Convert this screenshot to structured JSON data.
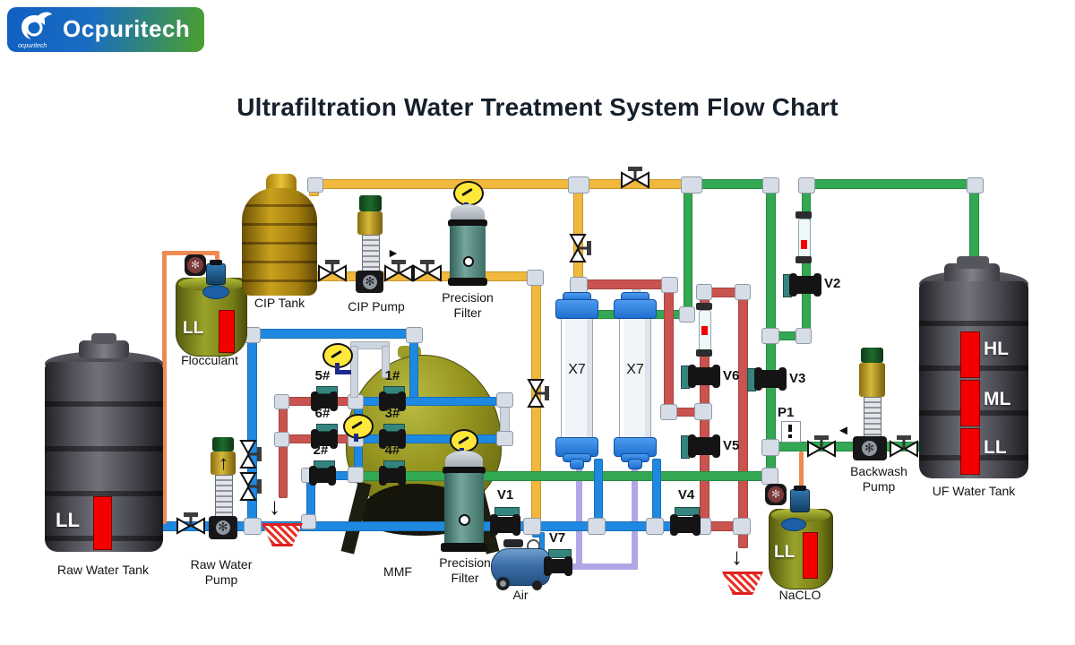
{
  "header": {
    "brand": "Ocpuritech",
    "brand_script": "ocpuritech",
    "title": "Ultrafiltration Water Treatment System Flow Chart"
  },
  "colors": {
    "pipe_blue": "#1f88e0",
    "pipe_green": "#33a852",
    "pipe_yellow": "#f0b83c",
    "pipe_red": "#c9534e",
    "pipe_purple": "#b3a6e6",
    "pipe_orange": "#ee8b52",
    "fitting": "#d6dde6",
    "tag_teal": "#35857f",
    "level_red": "#f40000",
    "brand_blue": "#1060c2",
    "brand_green": "#4ba02c"
  },
  "equipment": {
    "raw_water_tank": "Raw Water Tank",
    "raw_water_pump": "Raw Water Pump",
    "flocculant": "Flocculant",
    "cip_tank": "CIP Tank",
    "cip_pump": "CIP Pump",
    "precision_filter_top": "Precision Filter",
    "precision_filter_bottom": "Precision Filter",
    "mmf": "MMF",
    "air": "Air",
    "x7_a": "X7",
    "x7_b": "X7",
    "p1": "P1",
    "backwash_pump": "Backwash Pump",
    "uf_water_tank": "UF Water Tank",
    "naclo": "NaCLO"
  },
  "valves": {
    "v1": "V1",
    "v2": "V2",
    "v3": "V3",
    "v4": "V4",
    "v5": "V5",
    "v6": "V6",
    "v7": "V7",
    "n1": "1#",
    "n2": "2#",
    "n3": "3#",
    "n4": "4#",
    "n5": "5#",
    "n6": "6#"
  },
  "levels": {
    "raw_ll": "LL",
    "floc_ll": "LL",
    "naclo_ll": "LL",
    "uf_hl": "HL",
    "uf_ml": "ML",
    "uf_ll": "LL"
  }
}
